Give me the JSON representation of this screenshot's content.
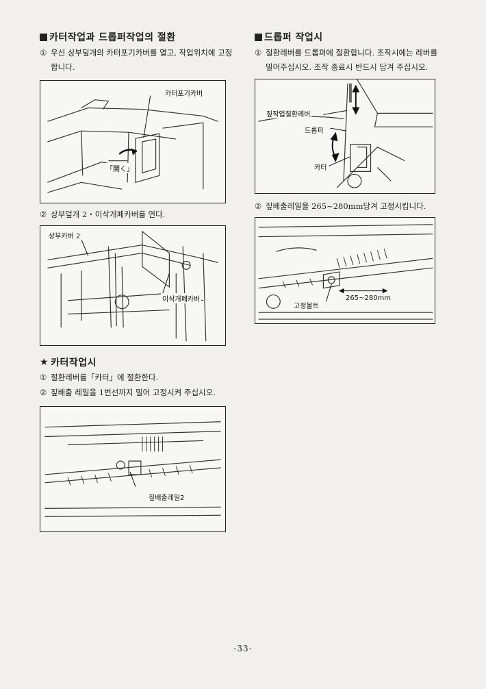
{
  "left": {
    "section1": {
      "title": "카터작업과 드롭퍼작업의 절환",
      "step1_num": "①",
      "step1_text": "우선 상부덮개의 카터포기카버를 열고, 작업위치에 고정합니다.",
      "fig1": {
        "label_cover": "카터포기카버",
        "label_open": "「開く」"
      },
      "step2_num": "②",
      "step2_text": "상부덮개 2・이삭개폐카버를 연다.",
      "fig2": {
        "label_top_cover": "상부카버 2",
        "label_ear_cover": "이삭개폐카버"
      }
    },
    "section2": {
      "title": "카터작업시",
      "step1_num": "①",
      "step1_text": "절환레버를「카터」에 절환한다.",
      "step2_num": "②",
      "step2_text": "짚배출 레일을 1번선까지 밀어 고정시켜 주십시오.",
      "fig3": {
        "label_rail": "짚배출레일2"
      }
    }
  },
  "right": {
    "section": {
      "title": "드롭퍼 작업시",
      "step1_num": "①",
      "step1_text": "절환레버를 드롭퍼에 절환합니다. 조작시에는 레버를 밀어주십시오. 조작 종료시 반드시 당겨 주십시오.",
      "fig1": {
        "label_lever": "짚작업절환레버",
        "label_dropper": "드롭퍼",
        "label_cutter": "카터"
      },
      "step2_num": "②",
      "step2_text": "짚배출레일을 265~280mm당겨 고정시킵니다.",
      "fig2": {
        "label_bolt": "고정볼트",
        "label_range": "265~280mm"
      }
    }
  },
  "footer": {
    "page_number": "-33-"
  }
}
